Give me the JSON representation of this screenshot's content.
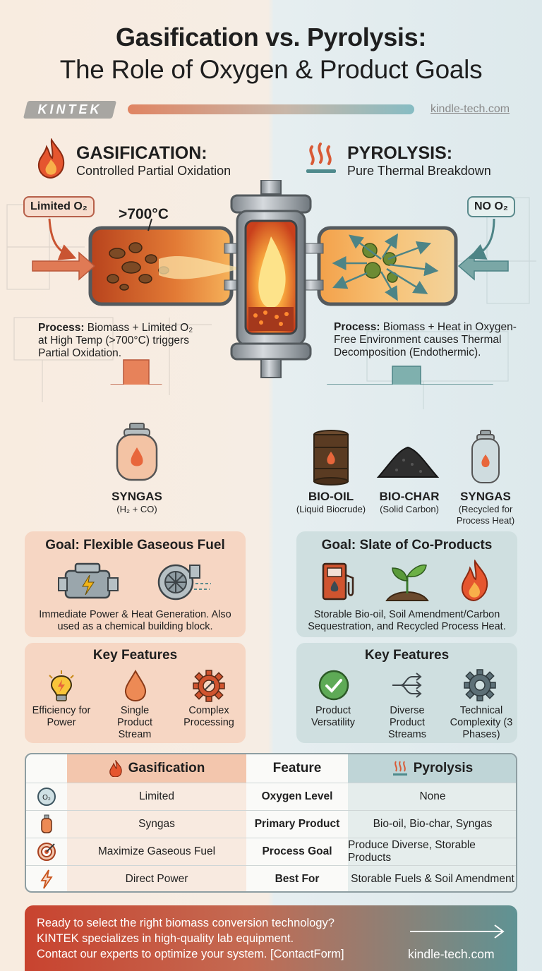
{
  "header": {
    "title_line1": "Gasification vs. Pyrolysis:",
    "title_line2": "The Role of Oxygen & Product Goals",
    "brand": "KINTEK",
    "site": "kindle-tech.com"
  },
  "gasification": {
    "title": "GASIFICATION:",
    "subtitle": "Controlled Partial Oxidation",
    "oxygen_pill": "Limited O₂",
    "temperature": ">700°C",
    "process_label": "Process:",
    "process_text": " Biomass + Limited O₂ at High Temp (>700°C) triggers Partial Oxidation.",
    "product": {
      "label": "SYNGAS",
      "sub": "(H₂ + CO)"
    },
    "goal": {
      "title": "Goal: Flexible Gaseous Fuel",
      "text": "Immediate Power & Heat Generation. Also used as a chemical building block."
    },
    "features_title": "Key Features",
    "features": [
      {
        "label": "Efficiency for Power",
        "icon": "lightbulb-icon"
      },
      {
        "label": "Single Product Stream",
        "icon": "drop-icon"
      },
      {
        "label": "Complex Processing",
        "icon": "gear-icon"
      }
    ]
  },
  "pyrolysis": {
    "title": "PYROLYSIS:",
    "subtitle": "Pure Thermal Breakdown",
    "oxygen_pill": "NO O₂",
    "process_label": "Process:",
    "process_text": " Biomass + Heat in Oxygen-Free Environment causes Thermal Decomposition (Endothermic).",
    "products": [
      {
        "label": "BIO-OIL",
        "sub": "(Liquid Biocrude)"
      },
      {
        "label": "BIO-CHAR",
        "sub": "(Solid Carbon)"
      },
      {
        "label": "SYNGAS",
        "sub": "(Recycled for Process Heat)"
      }
    ],
    "goal": {
      "title": "Goal: Slate of Co-Products",
      "text": "Storable Bio-oil, Soil Amendment/Carbon Sequestration, and Recycled Process Heat."
    },
    "features_title": "Key Features",
    "features": [
      {
        "label": "Product Versatility",
        "icon": "check-circle-icon"
      },
      {
        "label": "Diverse Product Streams",
        "icon": "split-arrows-icon"
      },
      {
        "label": "Technical Complexity (3 Phases)",
        "icon": "gear-icon"
      }
    ]
  },
  "table": {
    "headers": {
      "gasification": "Gasification",
      "feature": "Feature",
      "pyrolysis": "Pyrolysis"
    },
    "rows": [
      {
        "icon": "o2-icon",
        "icon_text": "O₂",
        "gasification": "Limited",
        "feature": "Oxygen Level",
        "pyrolysis": "None"
      },
      {
        "icon": "gas-cylinder-icon",
        "gasification": "Syngas",
        "feature": "Primary Product",
        "pyrolysis": "Bio-oil, Bio-char, Syngas"
      },
      {
        "icon": "target-icon",
        "gasification": "Maximize Gaseous Fuel",
        "feature": "Process Goal",
        "pyrolysis": "Produce Diverse, Storable Products"
      },
      {
        "icon": "lightning-icon",
        "gasification": "Direct Power",
        "feature": "Best For",
        "pyrolysis": "Storable Fuels & Soil Amendment"
      }
    ]
  },
  "footer": {
    "line1": "Ready to select the right biomass conversion technology?",
    "line2": "KINTEK specializes in high-quality lab equipment.",
    "line3": "Contact our experts to optimize your system. [ContactForm]",
    "site": "kindle-tech.com"
  },
  "colors": {
    "orange": "#e07a55",
    "teal": "#6f9fa0",
    "orange_card": "#f6d6c3",
    "blue_card": "#cfdfe0"
  }
}
